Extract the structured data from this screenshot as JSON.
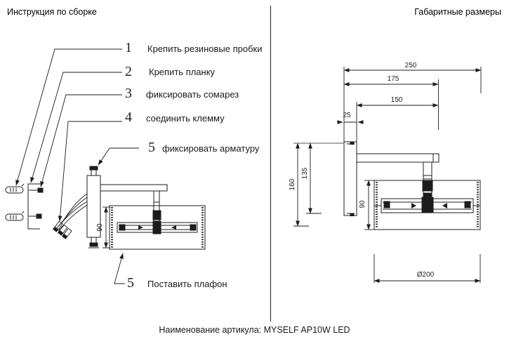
{
  "titles": {
    "assembly": "Инструкция по сборке",
    "dimensions": "Габаритные размеры"
  },
  "steps": [
    {
      "num": "1",
      "label": "Крепить резиновые пробки"
    },
    {
      "num": "2",
      "label": "Крепить планку"
    },
    {
      "num": "3",
      "label": "фиксировать сомарез"
    },
    {
      "num": "4",
      "label": "соединить клемму"
    },
    {
      "num": "5",
      "label": "фиксировать арматуру"
    },
    {
      "num": "5",
      "label": "Поставить плафон"
    }
  ],
  "left_drawing": {
    "shade_height": "90"
  },
  "right_drawing": {
    "width_total": "250",
    "width_arm_outer": "175",
    "width_arm": "150",
    "plate_thickness": "25",
    "height_total": "160",
    "plate_height": "135",
    "shade_height": "90",
    "shade_diameter": "Ø200"
  },
  "footer": {
    "article_label": "Наименование артикула: MYSELF AP10W LED"
  },
  "colors": {
    "ink": "#1c1c1c",
    "background": "#ffffff"
  }
}
